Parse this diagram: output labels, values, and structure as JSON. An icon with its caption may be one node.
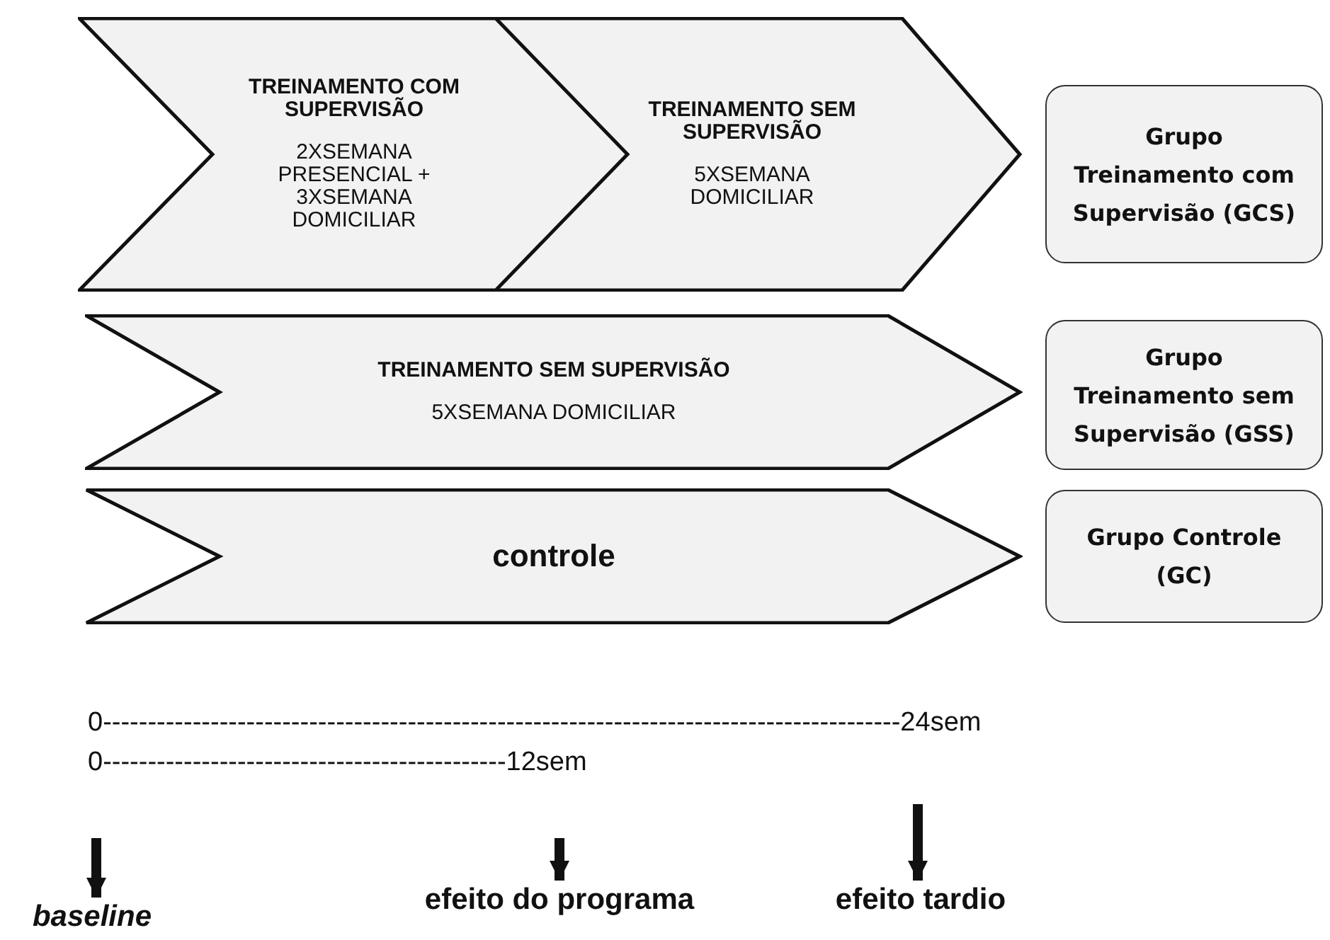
{
  "diagram": {
    "nodes": [
      {
        "text": [
          "TREINAMENTO COM SUPERVISÃO",
          "2XSEMANA PRESENCIAL + 3XSEMANA DOMICILIAR"
        ]
      },
      {
        "text": [
          "TREINAMENTO SEM SUPERVISÃO",
          "5XSEMANA DOMICILIAR"
        ]
      },
      {
        "text": [
          "Grupo Treinamento com Supervisão (GCS)"
        ]
      },
      {
        "text": [
          "TREINAMENTO SEM SUPERVISÃO",
          "5XSEMANA DOMICILIAR"
        ]
      },
      {
        "text": [
          "Grupo Treinamento sem Supervisão (GSS)"
        ]
      },
      {
        "text": [
          "controle"
        ]
      },
      {
        "text": [
          "Grupo Controle (GC)"
        ]
      },
      {
        "text": [
          "baseline"
        ]
      },
      {
        "text": [
          "efeito do programa"
        ]
      },
      {
        "text": [
          "efeito tardio"
        ]
      }
    ],
    "edges": [
      {
        "from": null,
        "to": 7,
        "arrow": "to"
      },
      {
        "from": null,
        "to": 8,
        "arrow": "to"
      },
      {
        "from": null,
        "to": 9,
        "arrow": "to"
      }
    ],
    "labels": [
      "0-----------------------------------------------------------------------------------------24sem",
      "0---------------------------------------------12sem"
    ]
  }
}
